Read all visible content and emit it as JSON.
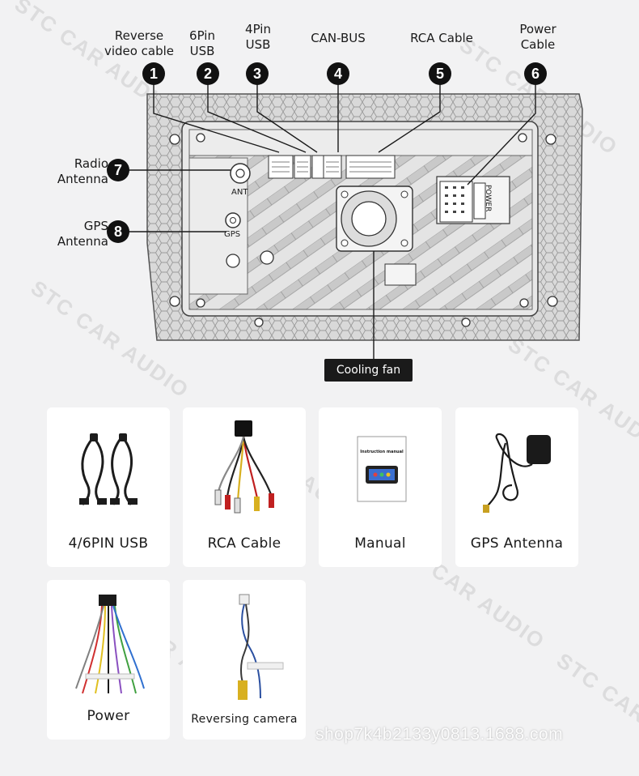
{
  "labels": {
    "reverse": "Reverse\nvideo cable",
    "pin6": "6Pin\nUSB",
    "pin4": "4Pin\nUSB",
    "canbus": "CAN-BUS",
    "rca": "RCA Cable",
    "power": "Power\nCable",
    "radio": "Radio\nAntenna",
    "gps": "GPS\nAntenna",
    "fan": "Cooling fan"
  },
  "badges": [
    "1",
    "2",
    "3",
    "4",
    "5",
    "6",
    "7",
    "8"
  ],
  "unit_text": {
    "ant": "ANT",
    "gps": "GPS",
    "power": "POWER"
  },
  "accessories": [
    {
      "caption": "4/6PIN  USB",
      "icon": "usb-cable-icon"
    },
    {
      "caption": "RCA  Cable",
      "icon": "rca-harness-icon"
    },
    {
      "caption": "Manual",
      "icon": "manual-booklet-icon",
      "booklet_title": "Instruction manual"
    },
    {
      "caption": "GPS  Antenna",
      "icon": "gps-antenna-icon"
    },
    {
      "caption": "Power",
      "icon": "power-harness-icon"
    },
    {
      "caption": "Reversing  camera",
      "icon": "camera-cable-icon"
    }
  ],
  "watermark": "STC CAR AUDIO",
  "shop": "shop7k4b2133y0813.1688.com",
  "colors": {
    "badge": "#111111",
    "card": "#ffffff",
    "background": "#f2f2f3"
  }
}
